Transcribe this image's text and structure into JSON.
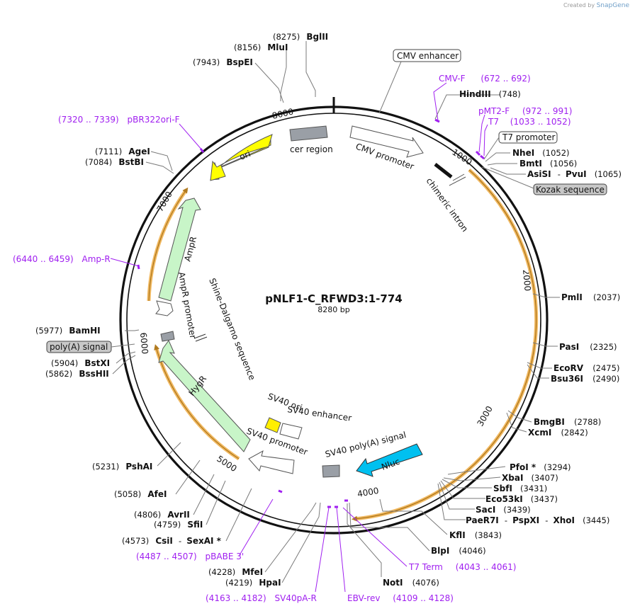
{
  "credit": {
    "prefix": "Created by",
    "brand": "SnapGene"
  },
  "plasmid": {
    "name": "pNLF1-C_RFWD3:1-774",
    "size": "8280 bp"
  },
  "ticks": [
    "1000",
    "2000",
    "3000",
    "4000",
    "5000",
    "6000",
    "7000",
    "8000"
  ],
  "features": {
    "ori": "ori",
    "cer_region": "cer region",
    "cmv_promoter": "CMV promoter",
    "chimeric_intron": "chimeric intron",
    "ampr": "AmpR",
    "ampr_promoter": "AmpR promoter",
    "shine_dalgarno": "Shine-Dalgarno sequence",
    "hygr": "HygR",
    "sv40_ori": "SV40 ori",
    "sv40_enhancer": "SV40 enhancer",
    "sv40_promoter": "SV40 promoter",
    "sv40_polya": "SV40 poly(A) signal",
    "nluc": "Nluc"
  },
  "boxed": {
    "cmv_enhancer": "CMV enhancer",
    "t7_promoter": "T7 promoter",
    "kozak": "Kozak sequence",
    "polya_signal": "poly(A) signal"
  },
  "sites": {
    "bglII": {
      "pos": "(8275)",
      "name": "BglII"
    },
    "mluI": {
      "pos": "(8156)",
      "name": "MluI"
    },
    "bspEI": {
      "pos": "(7943)",
      "name": "BspEI"
    },
    "hindIII": {
      "name": "HindIII",
      "pos": "(748)"
    },
    "nheI": {
      "name": "NheI",
      "pos": "(1052)"
    },
    "bmtI": {
      "name": "BmtI",
      "pos": "(1056)"
    },
    "asiSI": {
      "name": "AsiSI",
      "sep": "-",
      "name2": "PvuI",
      "pos": "(1065)"
    },
    "ageI": {
      "pos": "(7111)",
      "name": "AgeI"
    },
    "bstBI": {
      "pos": "(7084)",
      "name": "BstBI"
    },
    "pmlI": {
      "name": "PmlI",
      "pos": "(2037)"
    },
    "pasI": {
      "name": "PasI",
      "pos": "(2325)"
    },
    "ecoRV": {
      "name": "EcoRV",
      "pos": "(2475)"
    },
    "bsu36I": {
      "name": "Bsu36I",
      "pos": "(2490)"
    },
    "bmgBI": {
      "name": "BmgBI",
      "pos": "(2788)"
    },
    "xcmI": {
      "name": "XcmI",
      "pos": "(2842)"
    },
    "pfoI": {
      "name": "PfoI *",
      "pos": "(3294)"
    },
    "xbaI": {
      "name": "XbaI",
      "pos": "(3407)"
    },
    "sbfI": {
      "name": "SbfI",
      "pos": "(3431)"
    },
    "eco53kI": {
      "name": "Eco53kI",
      "pos": "(3437)"
    },
    "sacI": {
      "name": "SacI",
      "pos": "(3439)"
    },
    "paeR7I": {
      "name": "PaeR7I",
      "sep": "-",
      "name2": "PspXI",
      "sep2": "-",
      "name3": "XhoI",
      "pos": "(3445)"
    },
    "kflI": {
      "name": "KflI",
      "pos": "(3843)"
    },
    "blpI": {
      "name": "BlpI",
      "pos": "(4046)"
    },
    "notI": {
      "name": "NotI",
      "pos": "(4076)"
    },
    "bamHI": {
      "pos": "(5977)",
      "name": "BamHI"
    },
    "bstXI": {
      "pos": "(5904)",
      "name": "BstXI"
    },
    "bssHII": {
      "pos": "(5862)",
      "name": "BssHII"
    },
    "pshAI": {
      "pos": "(5231)",
      "name": "PshAI"
    },
    "afeI": {
      "pos": "(5058)",
      "name": "AfeI"
    },
    "avrII": {
      "pos": "(4806)",
      "name": "AvrII"
    },
    "sfiI": {
      "pos": "(4759)",
      "name": "SfiI"
    },
    "csiI": {
      "pos": "(4573)",
      "name": "CsiI",
      "sep": "-",
      "name2": "SexAI *"
    },
    "mfeI": {
      "pos": "(4228)",
      "name": "MfeI"
    },
    "hpaI": {
      "pos": "(4219)",
      "name": "HpaI"
    }
  },
  "primers": {
    "cmvf": {
      "name": "CMV-F",
      "range": "(672 .. 692)"
    },
    "pmt2f": {
      "name": "pMT2-F",
      "range": "(972 .. 991)"
    },
    "t7": {
      "name": "T7",
      "range": "(1033 .. 1052)"
    },
    "pbr322": {
      "range": "(7320 .. 7339)",
      "name": "pBR322ori-F"
    },
    "ampr": {
      "range": "(6440 .. 6459)",
      "name": "Amp-R"
    },
    "pbabe": {
      "range": "(4487 .. 4507)",
      "name": "pBABE 3'"
    },
    "t7term": {
      "name": "T7 Term",
      "range": "(4043 .. 4061)"
    },
    "sv40par": {
      "range": "(4163 .. 4182)",
      "name": "SV40pA-R"
    },
    "ebvrev": {
      "name": "EBV-rev",
      "range": "(4109 .. 4128)"
    }
  },
  "colors": {
    "backbone": "#111111",
    "orf_highlight": "#f0b860",
    "ori": "#ffff00",
    "marker": "#c8f5c8",
    "nluc": "#00c0f0",
    "sv40_ori": "#ffee00",
    "grey_feature": "#9a9fa6",
    "primer": "#a020f0"
  }
}
